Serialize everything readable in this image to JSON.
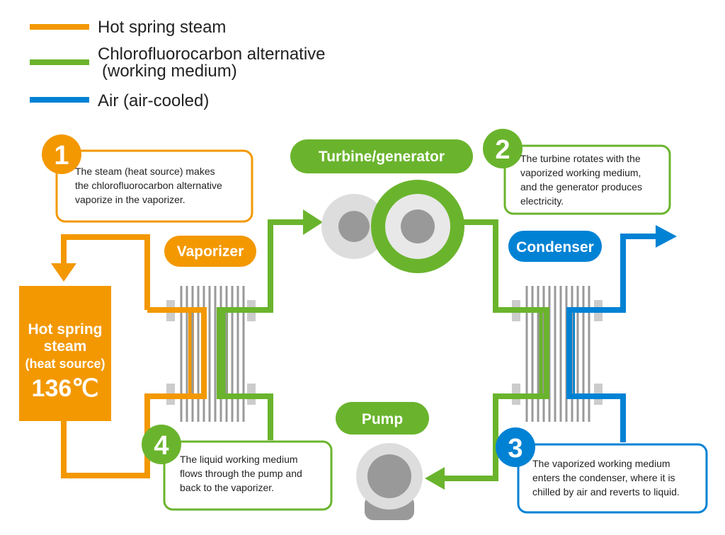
{
  "colors": {
    "steam": "#f39800",
    "medium": "#6ab42d",
    "air": "#0082d4",
    "gray": "#999999",
    "light_gray": "#dddddd"
  },
  "legend": [
    {
      "label_lines": [
        "Hot spring steam"
      ],
      "color": "#f39800"
    },
    {
      "label_lines": [
        "Chlorofluorocarbon alternative",
        "(working medium)"
      ],
      "color": "#6ab42d"
    },
    {
      "label_lines": [
        "Air (air-cooled)"
      ],
      "color": "#0082d4"
    }
  ],
  "components": {
    "heat_source": {
      "lines": [
        "Hot spring",
        "steam",
        "(heat source)"
      ],
      "temperature": "136℃"
    },
    "vaporizer": "Vaporizer",
    "turbine": "Turbine/generator",
    "condenser": "Condenser",
    "pump": "Pump"
  },
  "steps": [
    {
      "number": "1",
      "color": "#f39800",
      "lines": [
        "The steam (heat source) makes",
        "the chlorofluorocarbon alternative",
        "vaporize in the vaporizer."
      ]
    },
    {
      "number": "2",
      "color": "#6ab42d",
      "lines": [
        "The turbine rotates with the",
        "vaporized working medium,",
        "and the generator produces",
        "electricity."
      ]
    },
    {
      "number": "3",
      "color": "#0082d4",
      "lines": [
        "The vaporized working medium",
        "enters the condenser, where it is",
        "chilled by air and reverts to liquid."
      ]
    },
    {
      "number": "4",
      "color": "#6ab42d",
      "lines": [
        "The liquid working medium",
        "flows through the pump and",
        "back to the vaporizer."
      ]
    }
  ]
}
